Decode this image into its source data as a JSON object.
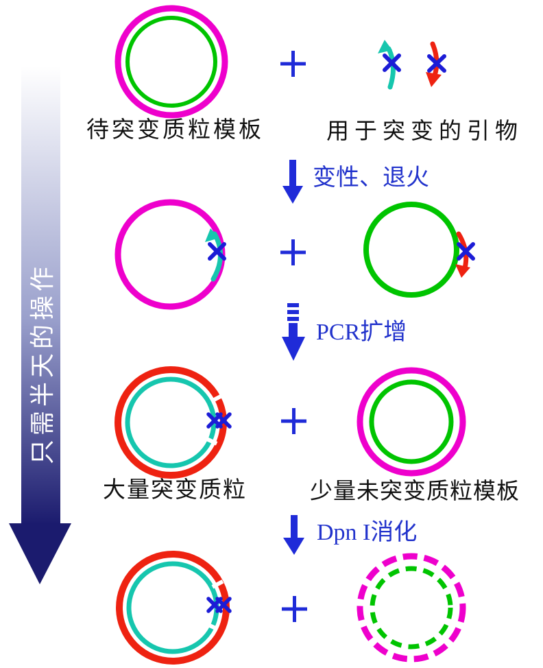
{
  "labels": {
    "template_plasmid": "待突变质粒模板",
    "mutagenic_primers": "用于突变的引物",
    "mutant_plasmid": "大量突变质粒",
    "unmutated_template": "少量未突变质粒模板",
    "timeline": "只需半天的操作"
  },
  "steps": [
    {
      "label": "变性、退火"
    },
    {
      "label": "PCR扩增"
    },
    {
      "label": "Dpn I消化"
    }
  ],
  "icons": {
    "plus": "plus-icon",
    "x_mark": "x-mark-icon",
    "down_arrow": "down-arrow-icon",
    "dashed_down_arrow": "dashed-down-arrow-icon",
    "timeline_arrow": "timeline-arrow"
  },
  "colors": {
    "magenta": "#ee00cc",
    "green": "#00c400",
    "cyan": "#16c6ae",
    "red": "#ee2211",
    "blue": "#1f2bd8",
    "x_blue": "#1c1cd6",
    "text_blue": "#2233cc",
    "navy": "#1b1b6e",
    "band_top": "#ffffff",
    "band_mid": "#9aa0cc",
    "white": "#ffffff",
    "label_black": "#111111"
  }
}
